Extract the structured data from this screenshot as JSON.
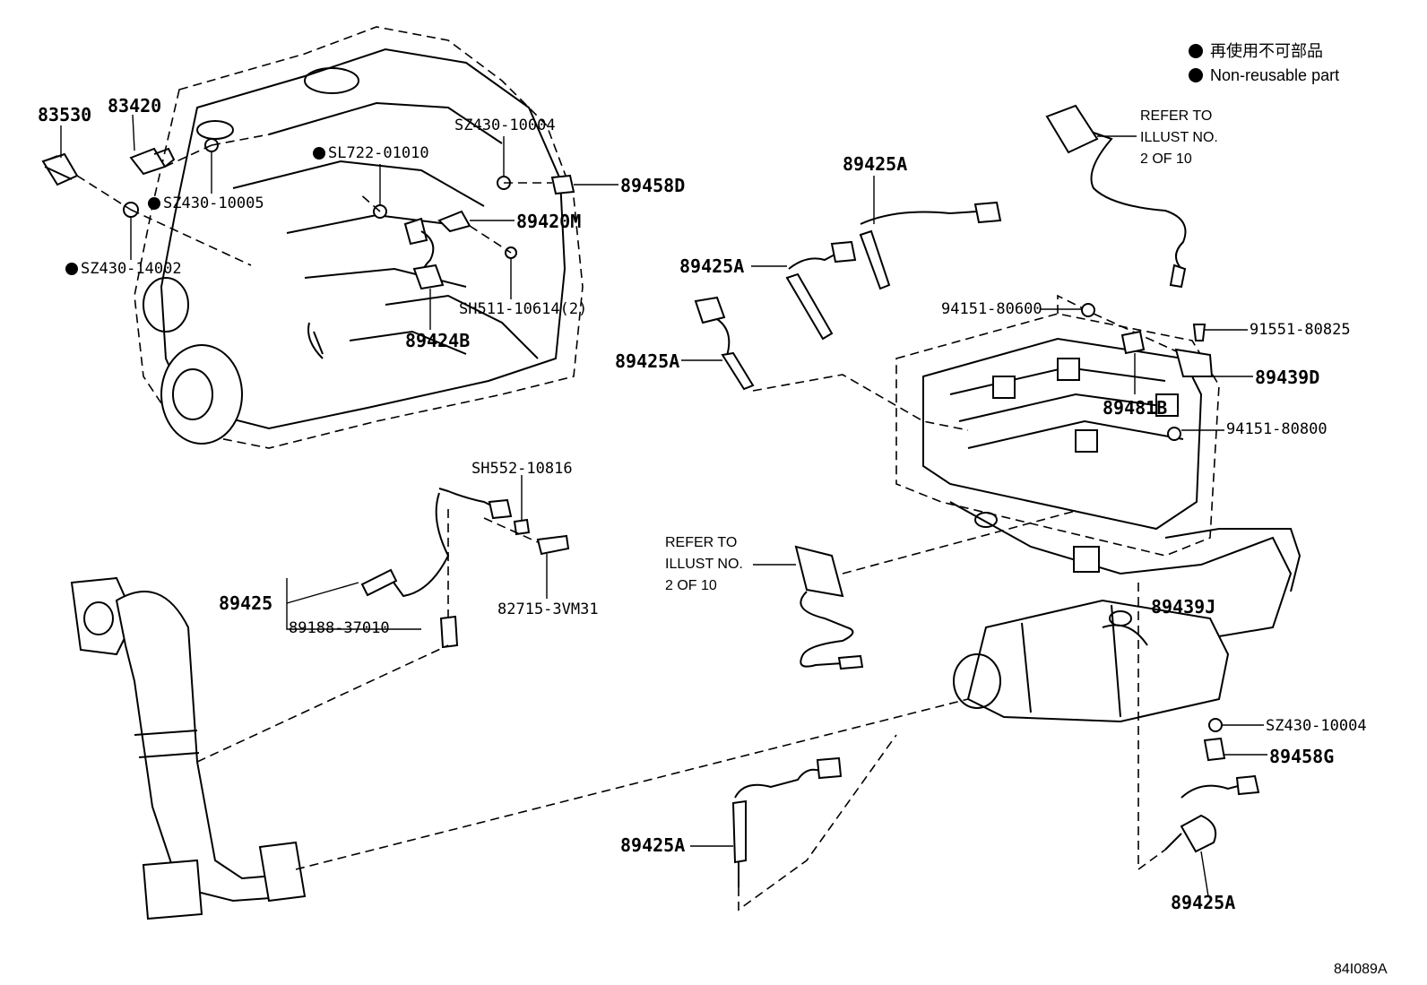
{
  "legend": {
    "items": [
      {
        "label": "再使用不可部品"
      },
      {
        "label": "Non-reusable part"
      }
    ]
  },
  "figure_id": "84I089A",
  "refer_notes": [
    {
      "lines": [
        "REFER TO",
        "ILLUST NO.",
        "2 OF 10"
      ]
    },
    {
      "lines": [
        "REFER TO",
        "ILLUST NO.",
        "2 OF 10"
      ]
    }
  ],
  "parts": {
    "p83530": "83530",
    "p83420": "83420",
    "sz430_10005": "SZ430-10005",
    "sz430_14002": "SZ430-14002",
    "sl722_01010": "SL722-01010",
    "sz430_10004_top": "SZ430-10004",
    "p89458d": "89458D",
    "p89420m": "89420M",
    "sh511_10614": "SH511-10614(2)",
    "p89424b": "89424B",
    "p89425a_1": "89425A",
    "p89425a_2": "89425A",
    "p89425a_3": "89425A",
    "p89425a_4": "89425A",
    "p89425a_5": "89425A",
    "p94151_80600": "94151-80600",
    "p91551_80825": "91551-80825",
    "p89439d": "89439D",
    "p89481b": "89481B",
    "p94151_80800": "94151-80800",
    "sh552_10816": "SH552-10816",
    "p89425": "89425",
    "p89188_37010": "89188-37010",
    "p82715_3vm31": "82715-3VM31",
    "p89439j": "89439J",
    "sz430_10004_bot": "SZ430-10004",
    "p89458g": "89458G"
  }
}
